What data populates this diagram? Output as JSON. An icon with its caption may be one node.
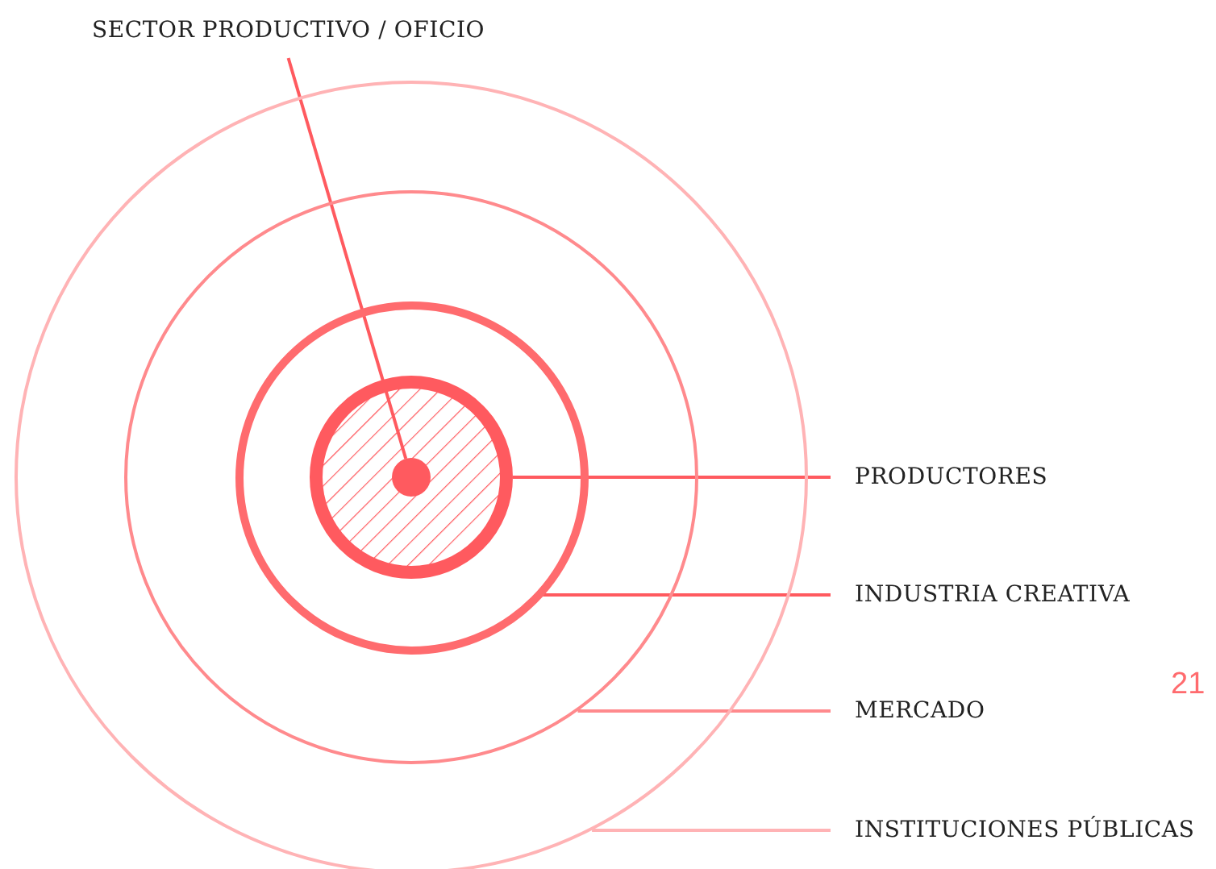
{
  "diagram": {
    "nodes": [
      {
        "text": [
          "SECTOR PRODUCTIVO / OFICIO"
        ]
      },
      {
        "text": [],
        "shape": "circle",
        "in": 2
      },
      {
        "text": [],
        "shape": "circle",
        "in": 3
      },
      {
        "text": [],
        "shape": "circle",
        "in": 4
      },
      {
        "text": [],
        "shape": "circle",
        "in": 5
      },
      {
        "text": [],
        "shape": "circle"
      },
      {
        "text": [
          "PRODUCTORES"
        ]
      },
      {
        "text": [
          "INDUSTRIA CREATIVA"
        ]
      },
      {
        "text": [
          "MERCADO"
        ]
      },
      {
        "text": [
          "INSTITUCIONES PÚBLICAS"
        ]
      }
    ],
    "edges": [
      {
        "from": 0,
        "to": 1,
        "arrow": "none"
      },
      {
        "from": 6,
        "to": 2,
        "arrow": "none"
      },
      {
        "from": 7,
        "to": 3,
        "arrow": "none"
      },
      {
        "from": 8,
        "to": 4,
        "arrow": "none",
        "color": "#ff8a8d"
      },
      {
        "from": 9,
        "to": 5,
        "arrow": "none",
        "color": "#ffb3b5"
      }
    ],
    "labels": [
      "21"
    ]
  }
}
